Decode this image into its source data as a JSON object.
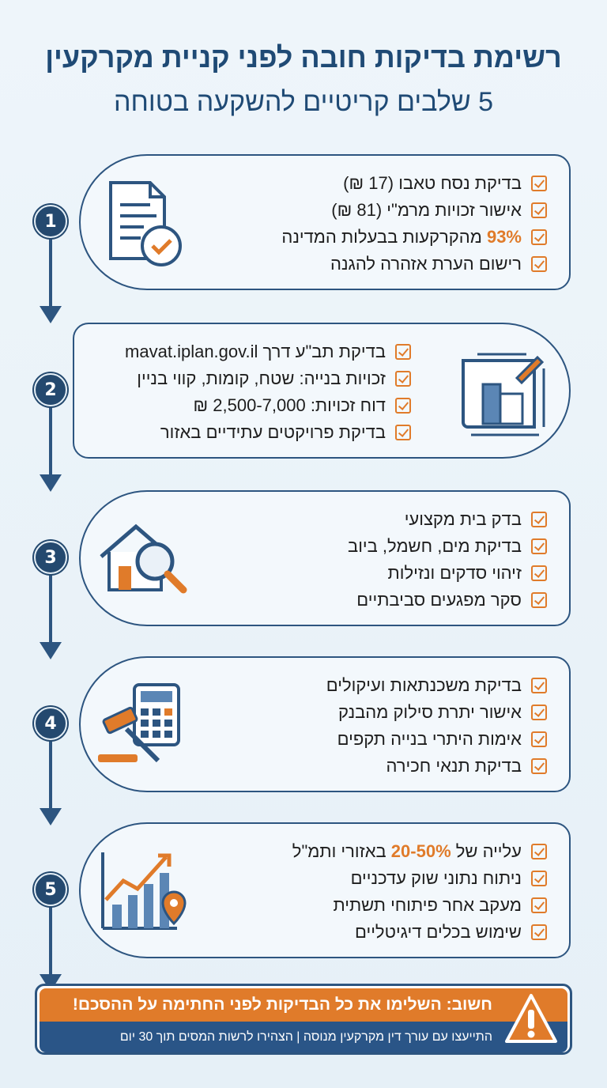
{
  "header": {
    "title": "רשימת בדיקות חובה לפני קניית מקרקעין",
    "subtitle": "5 שלבים קריטיים להשקעה בטוחה"
  },
  "colors": {
    "navy": "#24496f",
    "accent": "#e07b2a",
    "background": "#eef5fa"
  },
  "steps": [
    {
      "number": "1",
      "icon": "document-check-icon",
      "items": [
        {
          "text": "בדיקת נסח טאבו (17 ₪)"
        },
        {
          "text": "אישור זכויות מרמ\"י (81 ₪)"
        },
        {
          "highlight": "93%",
          "text": " מהקרקעות בבעלות המדינה"
        },
        {
          "text": "רישום הערת אזהרה להגנה"
        }
      ]
    },
    {
      "number": "2",
      "icon": "blueprint-icon",
      "items": [
        {
          "text": "בדיקת תב\"ע דרך mavat.iplan.gov.il"
        },
        {
          "text": "זכויות בנייה: שטח, קומות, קווי בניין"
        },
        {
          "text": "דוח זכויות: 2,500-7,000 ₪"
        },
        {
          "text": "בדיקת פרויקטים עתידיים באזור"
        }
      ]
    },
    {
      "number": "3",
      "icon": "house-magnifier-icon",
      "items": [
        {
          "text": "בדק בית מקצועי"
        },
        {
          "text": "בדיקת מים, חשמל, ביוב"
        },
        {
          "text": "זיהוי סדקים ונזילות"
        },
        {
          "text": "סקר מפגעים סביבתיים"
        }
      ]
    },
    {
      "number": "4",
      "icon": "gavel-calculator-icon",
      "items": [
        {
          "text": "בדיקת משכנתאות ועיקולים"
        },
        {
          "text": "אישור יתרת סילוק מהבנק"
        },
        {
          "text": "אימות היתרי בנייה תקפים"
        },
        {
          "text": "בדיקת תנאי חכירה"
        }
      ]
    },
    {
      "number": "5",
      "icon": "growth-chart-location-icon",
      "items": [
        {
          "text": "עלייה של ",
          "highlight": "20-50%",
          "text2": " באזורי ותמ\"ל"
        },
        {
          "text": "ניתוח נתוני שוק עדכניים"
        },
        {
          "text": "מעקב אחר פיתוחי תשתית"
        },
        {
          "text": "שימוש בכלים דיגיטליים"
        }
      ]
    }
  ],
  "banner": {
    "headline": "חשוב: השלימו את כל הבדיקות לפני החתימה על ההסכם!",
    "note": "התייעצו עם עורך דין מקרקעין מנוסה | הצהירו לרשות המסים תוך 30 יום",
    "icon": "warning-icon"
  }
}
